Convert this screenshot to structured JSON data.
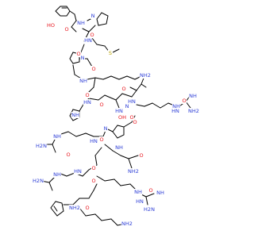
{
  "colors": {
    "bond": "#000000",
    "O": "#e8141c",
    "N": "#2a3bd6",
    "S": "#b8a200",
    "background": "#ffffff"
  },
  "structure_labels": [
    {
      "text": "HO",
      "element": "O"
    },
    {
      "text": "O",
      "element": "O"
    },
    {
      "text": "NH",
      "element": "N"
    },
    {
      "text": "N",
      "element": "N"
    },
    {
      "text": "O",
      "element": "O"
    },
    {
      "text": "HN",
      "element": "N"
    },
    {
      "text": "S",
      "element": "S"
    },
    {
      "text": "O",
      "element": "O"
    },
    {
      "text": "N",
      "element": "N"
    },
    {
      "text": "O",
      "element": "O"
    },
    {
      "text": "NH",
      "element": "N"
    },
    {
      "text": "NH2",
      "element": "N"
    },
    {
      "text": "O",
      "element": "O"
    },
    {
      "text": "HN",
      "element": "N"
    },
    {
      "text": "O",
      "element": "O"
    },
    {
      "text": "HN",
      "element": "N"
    },
    {
      "text": "NH",
      "element": "N"
    },
    {
      "text": "O",
      "element": "O"
    },
    {
      "text": "HN",
      "element": "N"
    },
    {
      "text": "N",
      "element": "N"
    },
    {
      "text": "OH",
      "element": "O"
    },
    {
      "text": "O",
      "element": "O"
    },
    {
      "text": "NH",
      "element": "N"
    },
    {
      "text": "O",
      "element": "O"
    },
    {
      "text": "HN",
      "element": "N"
    },
    {
      "text": "NH",
      "element": "N"
    },
    {
      "text": "NH2",
      "element": "N"
    },
    {
      "text": "O",
      "element": "O"
    },
    {
      "text": "N",
      "element": "N"
    },
    {
      "text": "O",
      "element": "O"
    },
    {
      "text": "HN",
      "element": "N"
    },
    {
      "text": "NH",
      "element": "N"
    },
    {
      "text": "H2N",
      "element": "N"
    },
    {
      "text": "O",
      "element": "O"
    },
    {
      "text": "NH",
      "element": "N"
    },
    {
      "text": "O",
      "element": "O"
    },
    {
      "text": "NH2",
      "element": "N"
    },
    {
      "text": "O",
      "element": "O"
    },
    {
      "text": "HN",
      "element": "N"
    },
    {
      "text": "NH",
      "element": "N"
    },
    {
      "text": "H2N",
      "element": "N"
    },
    {
      "text": "O",
      "element": "O"
    },
    {
      "text": "NH",
      "element": "N"
    },
    {
      "text": "O",
      "element": "O"
    },
    {
      "text": "HN",
      "element": "N"
    },
    {
      "text": "NH",
      "element": "N"
    },
    {
      "text": "H2N",
      "element": "N"
    },
    {
      "text": "NH2",
      "element": "N"
    },
    {
      "text": "O",
      "element": "O"
    },
    {
      "text": "NH2",
      "element": "N"
    }
  ]
}
